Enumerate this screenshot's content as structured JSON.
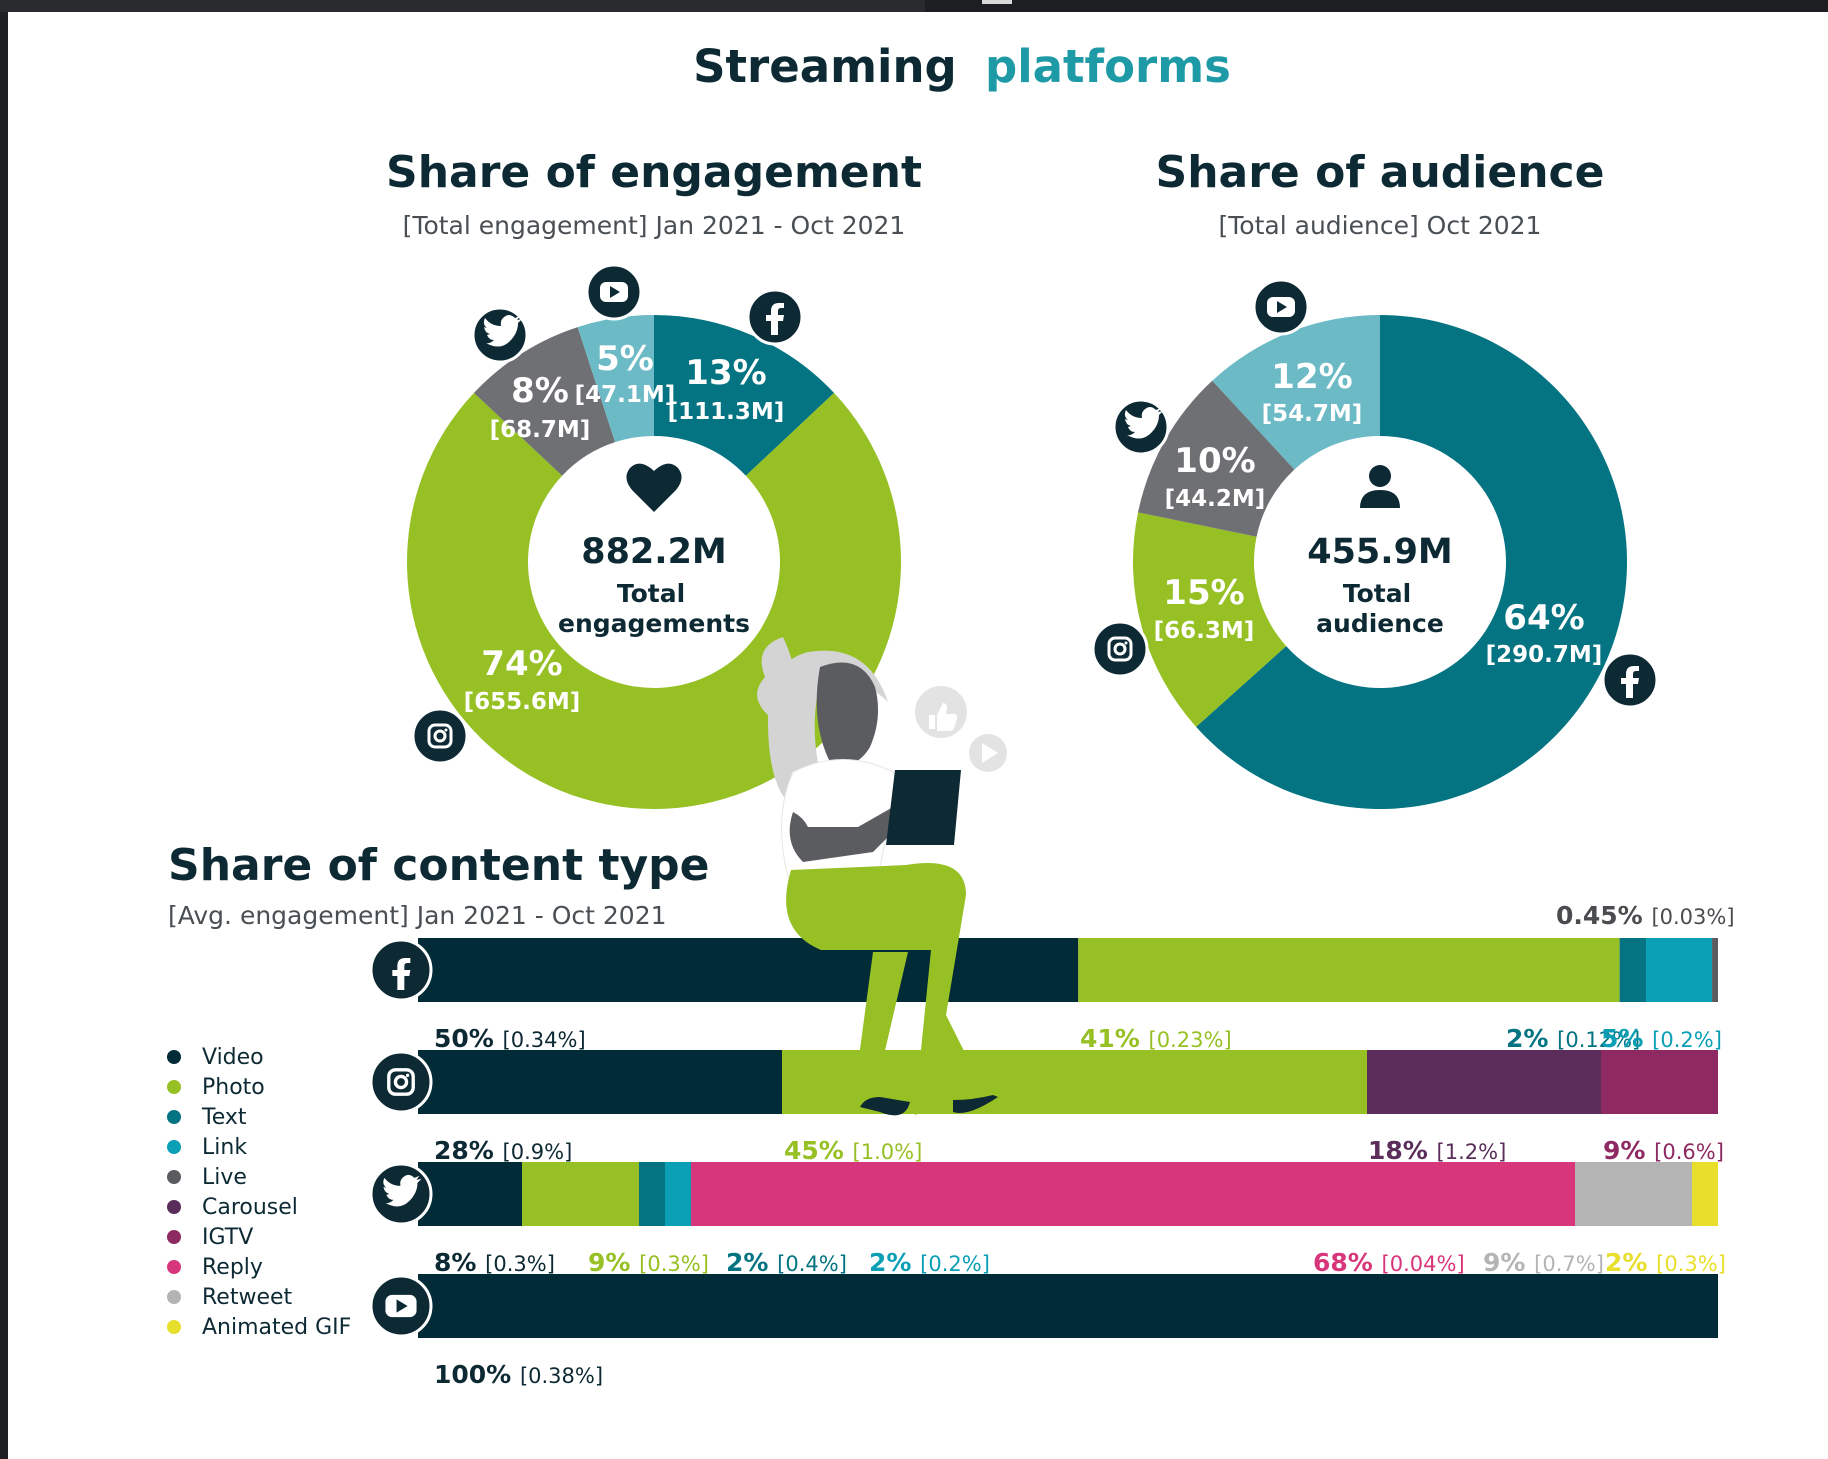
{
  "page": {
    "title_dark": "Streaming",
    "title_accent": "platforms"
  },
  "colors": {
    "video": "#022b38",
    "photo": "#96c024",
    "text": "#047382",
    "link": "#0a9fb5",
    "live": "#5a5c60",
    "carousel": "#5a2d5a",
    "igtv": "#8e2a61",
    "reply": "#d8367a",
    "retweet": "#b4b4b4",
    "animated_gif": "#e8de2c",
    "facebook": "#047382",
    "instagram": "#96c024",
    "twitter": "#6f7073",
    "youtube": "#6cbac6",
    "dark": "#0d2a34",
    "accent": "#1d9aa6"
  },
  "engagement": {
    "title": "Share of engagement",
    "subtitle": "[Total engagement] Jan 2021 - Oct 2021",
    "center_icon": "heart-icon",
    "center_value": "882.2M",
    "center_label_1": "Total",
    "center_label_2": "engagements"
  },
  "audience": {
    "title": "Share of audience",
    "subtitle": "[Total audience] Oct 2021",
    "center_icon": "person-icon",
    "center_value": "455.9M",
    "center_label_1": "Total",
    "center_label_2": "audience"
  },
  "content_type": {
    "title": "Share of content type",
    "subtitle": "[Avg. engagement] Jan 2021 - Oct 2021"
  },
  "chart_data": [
    {
      "type": "pie",
      "title": "Share of engagement",
      "subtitle": "[Total engagement] Jan 2021 - Oct 2021",
      "total": "882.2M",
      "slices": [
        {
          "platform": "facebook",
          "pct": 13,
          "label": "13%",
          "value_label": "[111.3M]",
          "icon": "facebook-icon"
        },
        {
          "platform": "instagram",
          "pct": 74,
          "label": "74%",
          "value_label": "[655.6M]",
          "icon": "instagram-icon"
        },
        {
          "platform": "twitter",
          "pct": 8,
          "label": "8%",
          "value_label": "[68.7M]",
          "icon": "twitter-icon"
        },
        {
          "platform": "youtube",
          "pct": 5,
          "label": "5%",
          "value_label": "[47.1M]",
          "icon": "youtube-icon"
        }
      ]
    },
    {
      "type": "pie",
      "title": "Share of audience",
      "subtitle": "[Total audience] Oct 2021",
      "total": "455.9M",
      "slices": [
        {
          "platform": "facebook",
          "pct": 64,
          "label": "64%",
          "value_label": "[290.7M]",
          "icon": "facebook-icon"
        },
        {
          "platform": "instagram",
          "pct": 15,
          "label": "15%",
          "value_label": "[66.3M]",
          "icon": "instagram-icon"
        },
        {
          "platform": "twitter",
          "pct": 10,
          "label": "10%",
          "value_label": "[44.2M]",
          "icon": "twitter-icon"
        },
        {
          "platform": "youtube",
          "pct": 12,
          "label": "12%",
          "value_label": "[54.7M]",
          "icon": "youtube-icon"
        }
      ]
    },
    {
      "type": "bar",
      "orientation": "horizontal-stacked",
      "title": "Share of content type",
      "subtitle": "[Avg. engagement] Jan 2021 - Oct 2021",
      "legend": [
        {
          "key": "video",
          "label": "Video"
        },
        {
          "key": "photo",
          "label": "Photo"
        },
        {
          "key": "text",
          "label": "Text"
        },
        {
          "key": "link",
          "label": "Link"
        },
        {
          "key": "live",
          "label": "Live"
        },
        {
          "key": "carousel",
          "label": "Carousel"
        },
        {
          "key": "igtv",
          "label": "IGTV"
        },
        {
          "key": "reply",
          "label": "Reply"
        },
        {
          "key": "retweet",
          "label": "Retweet"
        },
        {
          "key": "animated_gif",
          "label": "Animated GIF"
        }
      ],
      "rows": [
        {
          "platform": "facebook",
          "icon": "facebook-icon",
          "segments": [
            {
              "type": "video",
              "share": 50,
              "pct_label": "50%",
              "avg_label": "[0.34%]"
            },
            {
              "type": "photo",
              "share": 41,
              "pct_label": "41%",
              "avg_label": "[0.23%]"
            },
            {
              "type": "text",
              "share": 2,
              "pct_label": "2%",
              "avg_label": "[0.12%]"
            },
            {
              "type": "link",
              "share": 5,
              "pct_label": "5%",
              "avg_label": "[0.2%]"
            },
            {
              "type": "live",
              "share": 0.45,
              "pct_label": "0.45%",
              "avg_label": "[0.03%]"
            }
          ]
        },
        {
          "platform": "instagram",
          "icon": "instagram-icon",
          "segments": [
            {
              "type": "video",
              "share": 28,
              "pct_label": "28%",
              "avg_label": "[0.9%]"
            },
            {
              "type": "photo",
              "share": 45,
              "pct_label": "45%",
              "avg_label": "[1.0%]"
            },
            {
              "type": "carousel",
              "share": 18,
              "pct_label": "18%",
              "avg_label": "[1.2%]"
            },
            {
              "type": "igtv",
              "share": 9,
              "pct_label": "9%",
              "avg_label": "[0.6%]"
            }
          ]
        },
        {
          "platform": "twitter",
          "icon": "twitter-icon",
          "segments": [
            {
              "type": "video",
              "share": 8,
              "pct_label": "8%",
              "avg_label": "[0.3%]"
            },
            {
              "type": "photo",
              "share": 9,
              "pct_label": "9%",
              "avg_label": "[0.3%]"
            },
            {
              "type": "text",
              "share": 2,
              "pct_label": "2%",
              "avg_label": "[0.4%]"
            },
            {
              "type": "link",
              "share": 2,
              "pct_label": "2%",
              "avg_label": "[0.2%]"
            },
            {
              "type": "reply",
              "share": 68,
              "pct_label": "68%",
              "avg_label": "[0.04%]"
            },
            {
              "type": "retweet",
              "share": 9,
              "pct_label": "9%",
              "avg_label": "[0.7%]"
            },
            {
              "type": "animated_gif",
              "share": 2,
              "pct_label": "2%",
              "avg_label": "[0.3%]"
            }
          ]
        },
        {
          "platform": "youtube",
          "icon": "youtube-icon",
          "segments": [
            {
              "type": "video",
              "share": 100,
              "pct_label": "100%",
              "avg_label": "[0.38%]"
            }
          ]
        }
      ]
    }
  ]
}
